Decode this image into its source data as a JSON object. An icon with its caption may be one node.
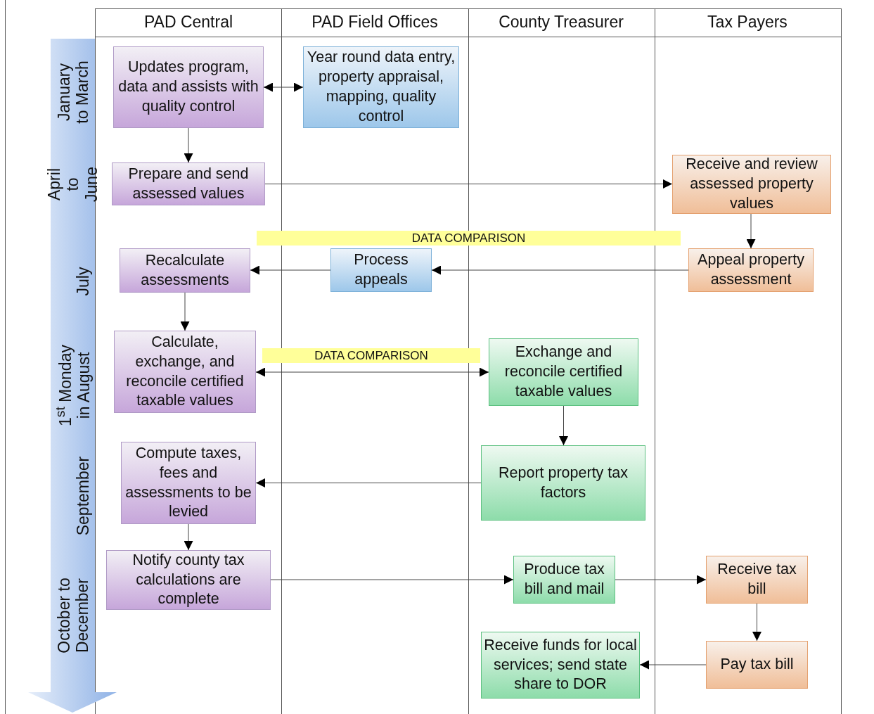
{
  "diagram": {
    "nodes": [
      {
        "text": [
          "Updates program, data and assists with quality control"
        ]
      },
      {
        "text": [
          "Year round data entry, property appraisal, mapping, quality control"
        ]
      },
      {
        "text": [
          "Prepare and send assessed values"
        ]
      },
      {
        "text": [
          "Receive and review assessed property values"
        ]
      },
      {
        "text": [
          "DATA COMPARISON"
        ]
      },
      {
        "text": [
          "Recalculate assessments"
        ]
      },
      {
        "text": [
          "Process appeals"
        ]
      },
      {
        "text": [
          "Appeal property assessment"
        ]
      },
      {
        "text": [
          "Calculate, exchange, and reconcile certified taxable values"
        ]
      },
      {
        "text": [
          "DATA COMPARISON"
        ]
      },
      {
        "text": [
          "Exchange and reconcile certified taxable values"
        ]
      },
      {
        "text": [
          "Compute taxes, fees and assessments to be levied"
        ]
      },
      {
        "text": [
          "Report property tax factors"
        ]
      },
      {
        "text": [
          "Notify county tax calculations are complete"
        ]
      },
      {
        "text": [
          "Produce tax bill and mail"
        ]
      },
      {
        "text": [
          "Receive tax bill"
        ]
      },
      {
        "text": [
          "Receive funds for local services; send state share to DOR"
        ]
      },
      {
        "text": [
          "Pay tax bill"
        ]
      }
    ],
    "edges": [
      {
        "from": 0,
        "to": 1,
        "arrow": "both"
      },
      {
        "from": 0,
        "to": 2,
        "arrow": "to"
      },
      {
        "from": 2,
        "to": 3,
        "arrow": "to"
      },
      {
        "from": 3,
        "to": 7,
        "arrow": "to"
      },
      {
        "from": 7,
        "to": 6,
        "arrow": "to"
      },
      {
        "from": 6,
        "to": 5,
        "arrow": "to"
      },
      {
        "from": 5,
        "to": 8,
        "arrow": "to"
      },
      {
        "from": 8,
        "to": 10,
        "arrow": "both"
      },
      {
        "from": 10,
        "to": 12,
        "arrow": "to"
      },
      {
        "from": 12,
        "to": 11,
        "arrow": "to"
      },
      {
        "from": 11,
        "to": 13,
        "arrow": "to"
      },
      {
        "from": 13,
        "to": 14,
        "arrow": "to"
      },
      {
        "from": 14,
        "to": 15,
        "arrow": "to"
      },
      {
        "from": 15,
        "to": 17,
        "arrow": "to"
      },
      {
        "from": 17,
        "to": 16,
        "arrow": "to"
      }
    ],
    "labels": [
      "PAD Central",
      "PAD Field Offices",
      "County Treasurer",
      "Tax Payers",
      "January to March",
      "April to June",
      "July",
      "1$^{st}$ Monday in August",
      "September",
      "October to December"
    ]
  }
}
